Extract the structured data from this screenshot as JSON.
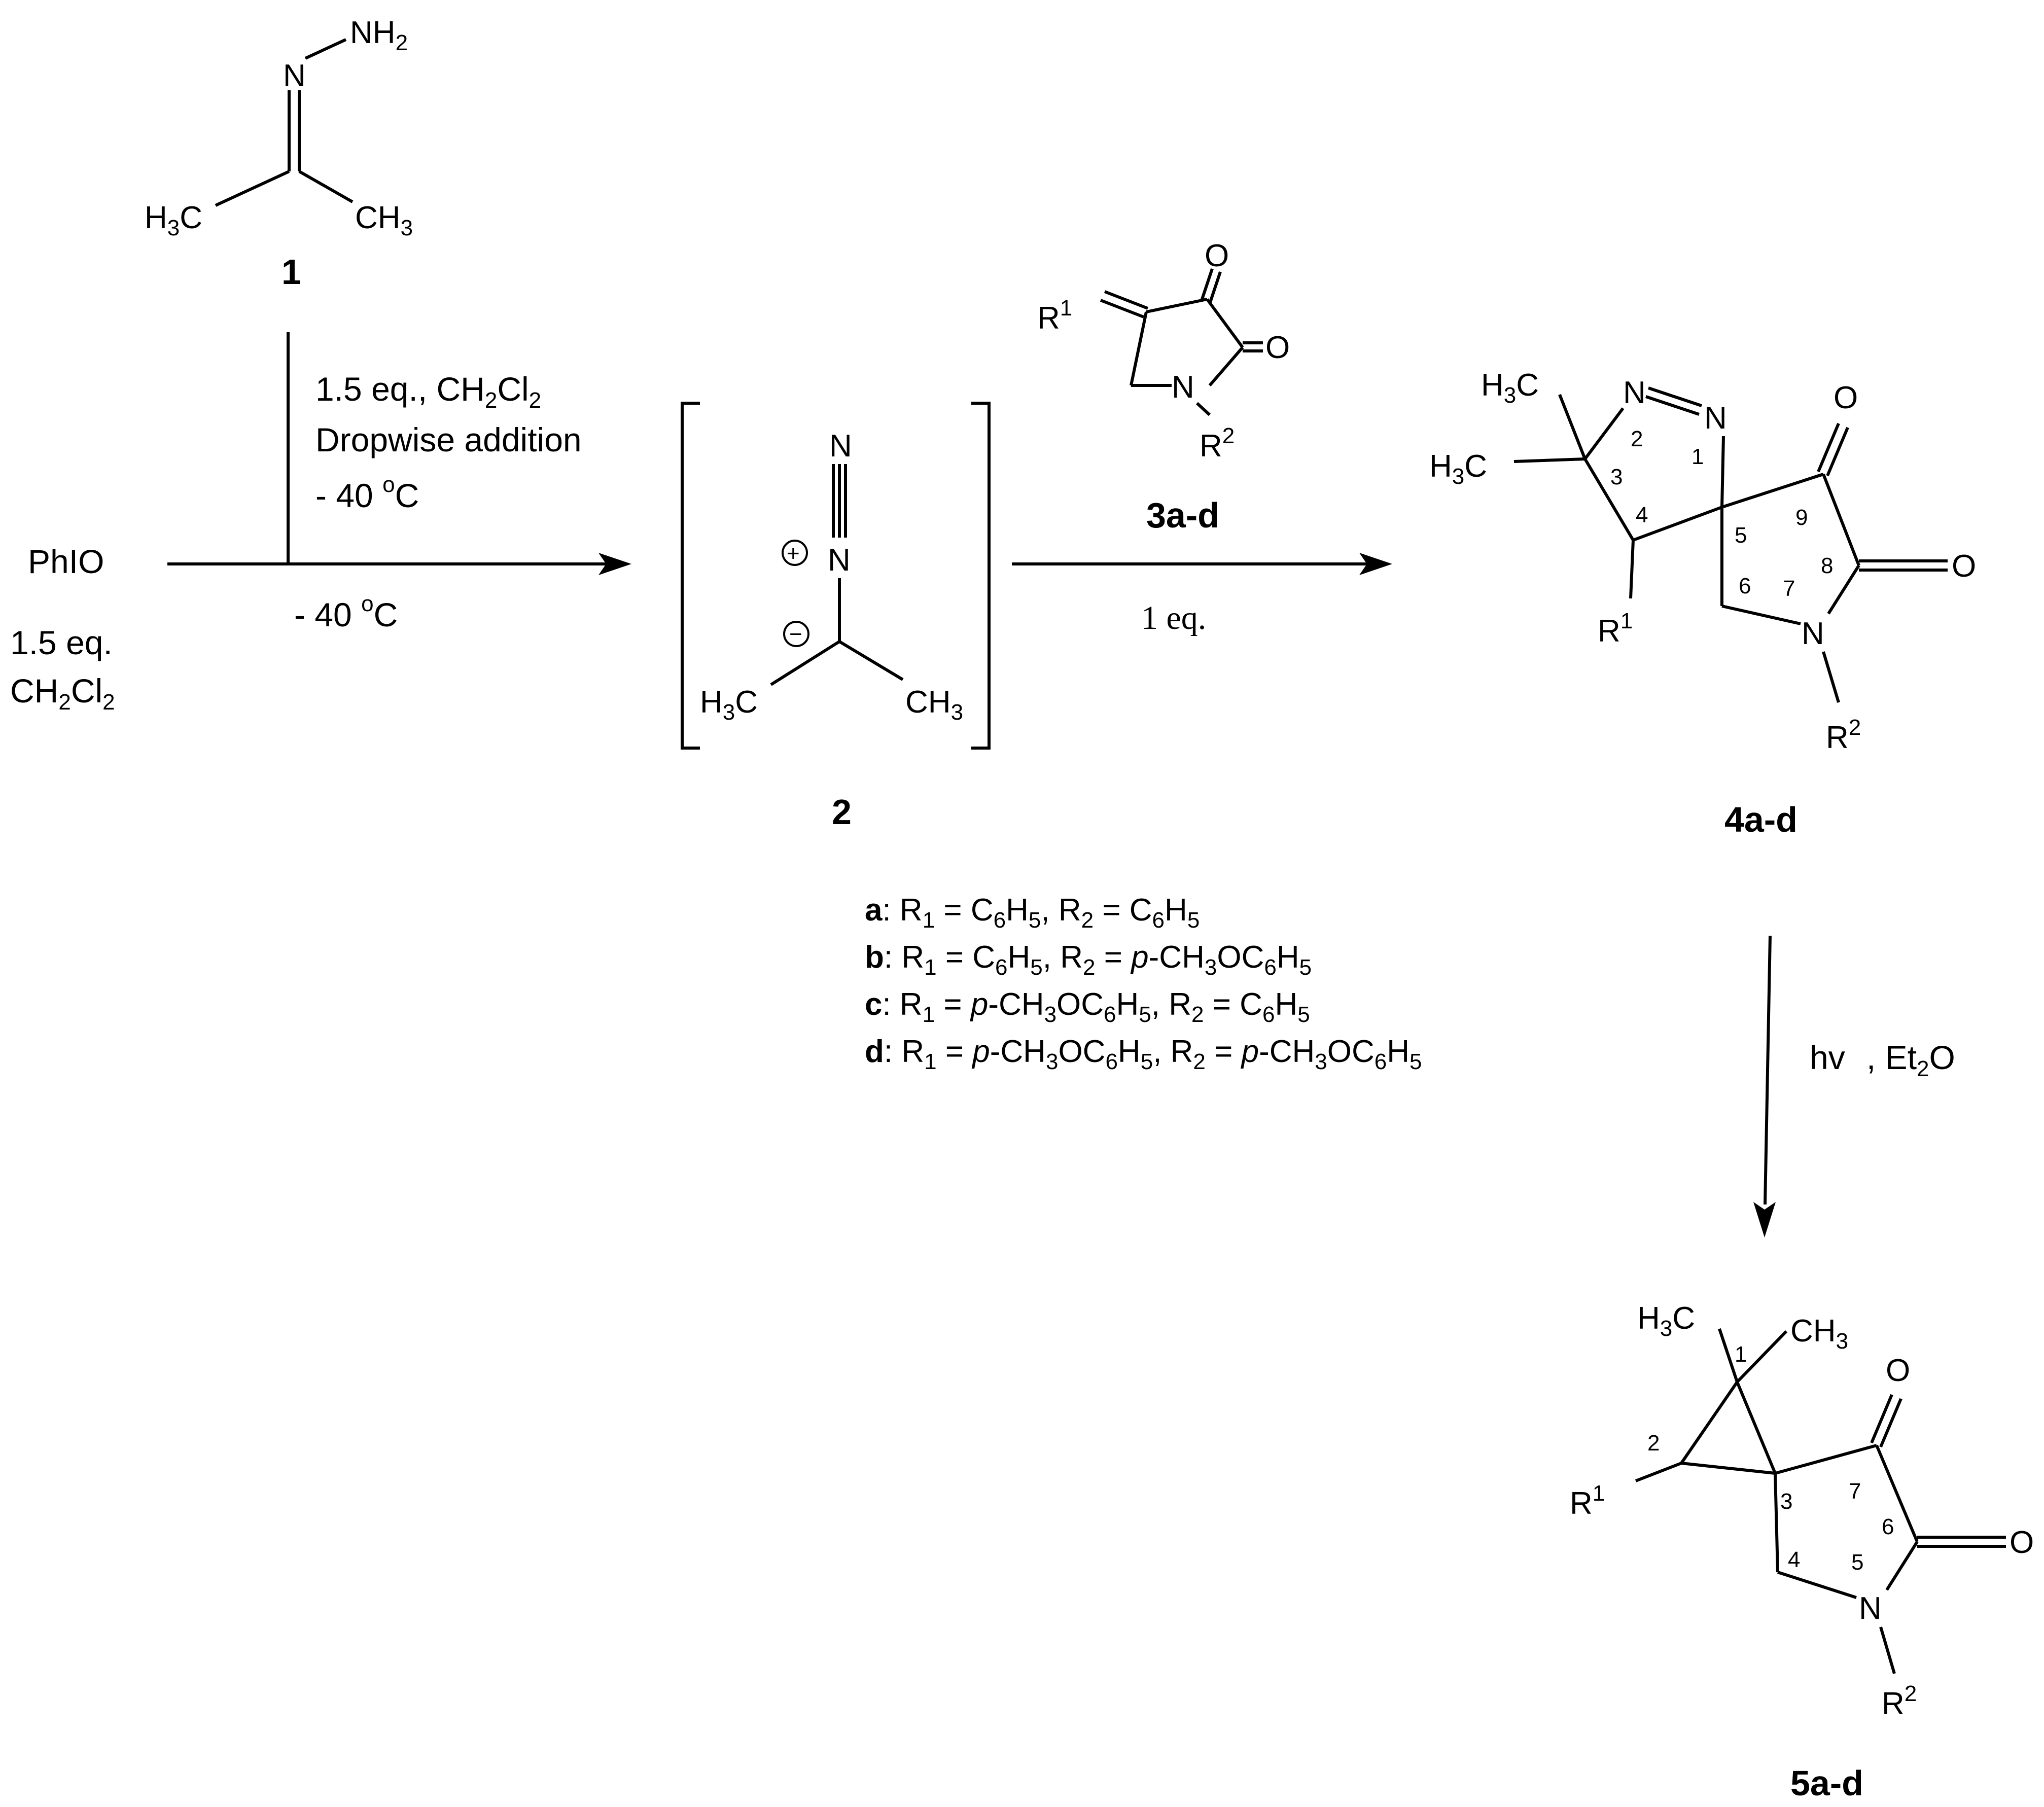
{
  "labels": {
    "c1": "1",
    "c2": "2",
    "c3": "3a-d",
    "c4": "4a-d",
    "c5": "5a-d"
  },
  "conditions": {
    "vert_line1": "1.5 eq., CH",
    "vert_line1_sub1": "2",
    "vert_line1_mid": "Cl",
    "vert_line1_sub2": "2",
    "vert_line2": "Dropwise addition",
    "vert_temp": "- 40 ",
    "vert_deg": "o",
    "vert_c": "C",
    "below_temp": "- 40 ",
    "below_deg": "o",
    "below_c": "C",
    "reagent": "PhIO",
    "reagent_eq": "1.5 eq.",
    "reagent_solv": "CH",
    "reagent_solv_sub1": "2",
    "reagent_solv_mid": "Cl",
    "reagent_solv_sub2": "2",
    "eq2": "1 eq.",
    "photo": "hv",
    "photo_solv": " , Et",
    "photo_solv_sub": "2",
    "photo_solv_end": "O"
  },
  "variants": [
    {
      "key": "a",
      "r1": "C6H5",
      "r2": "C6H5"
    },
    {
      "key": "b",
      "r1": "C6H5",
      "r2": "p-CH3OC6H5"
    },
    {
      "key": "c",
      "r1": "p-CH3OC6H5",
      "r2": "C6H5"
    },
    {
      "key": "d",
      "r1": "p-CH3OC6H5",
      "r2": "p-CH3OC6H5"
    }
  ],
  "atoms": {
    "N": "N",
    "NH": "NH",
    "O": "O",
    "H": "H",
    "C": "C",
    "R": "R",
    "sub2": "2",
    "sub3": "3",
    "sup1": "1",
    "sup2": "2",
    "plus": "+",
    "minus": "−"
  },
  "numbering4": [
    "1",
    "2",
    "3",
    "4",
    "5",
    "6",
    "7",
    "8",
    "9"
  ],
  "numbering5": [
    "1",
    "2",
    "3",
    "4",
    "5",
    "6",
    "7"
  ]
}
